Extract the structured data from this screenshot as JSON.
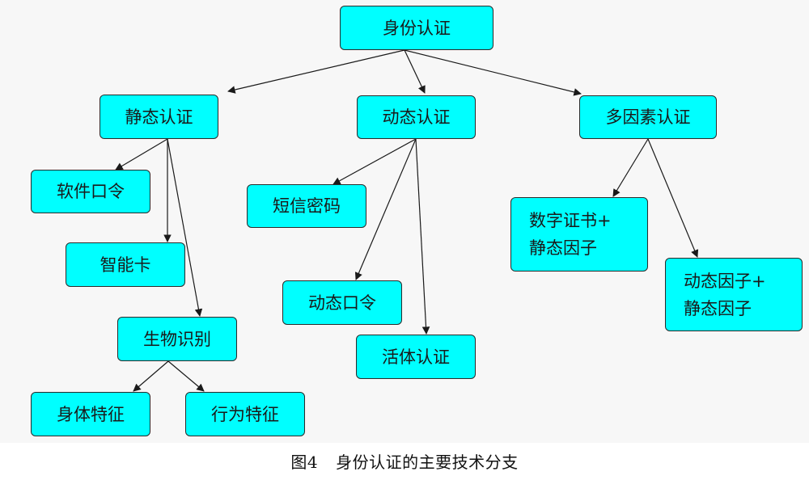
{
  "diagram": {
    "root": "身份认证",
    "static": {
      "label": "静态认证",
      "children": [
        "软件口令",
        "智能卡",
        "生物识别"
      ],
      "biometric_children": [
        "身体特征",
        "行为特征"
      ]
    },
    "dynamic": {
      "label": "动态认证",
      "children": [
        "短信密码",
        "动态口令",
        "活体认证"
      ]
    },
    "multifactor": {
      "label": "多因素认证",
      "children": [
        "数字证书+\n静态因子",
        "动态因子+\n静态因子"
      ]
    }
  },
  "caption": {
    "number": "图4",
    "title": "身份认证的主要技术分支"
  },
  "colors": {
    "node_fill": "#00ffff",
    "node_border": "#2a2a2a",
    "edge": "#1a1a1a",
    "background": "#f7f7f7"
  }
}
